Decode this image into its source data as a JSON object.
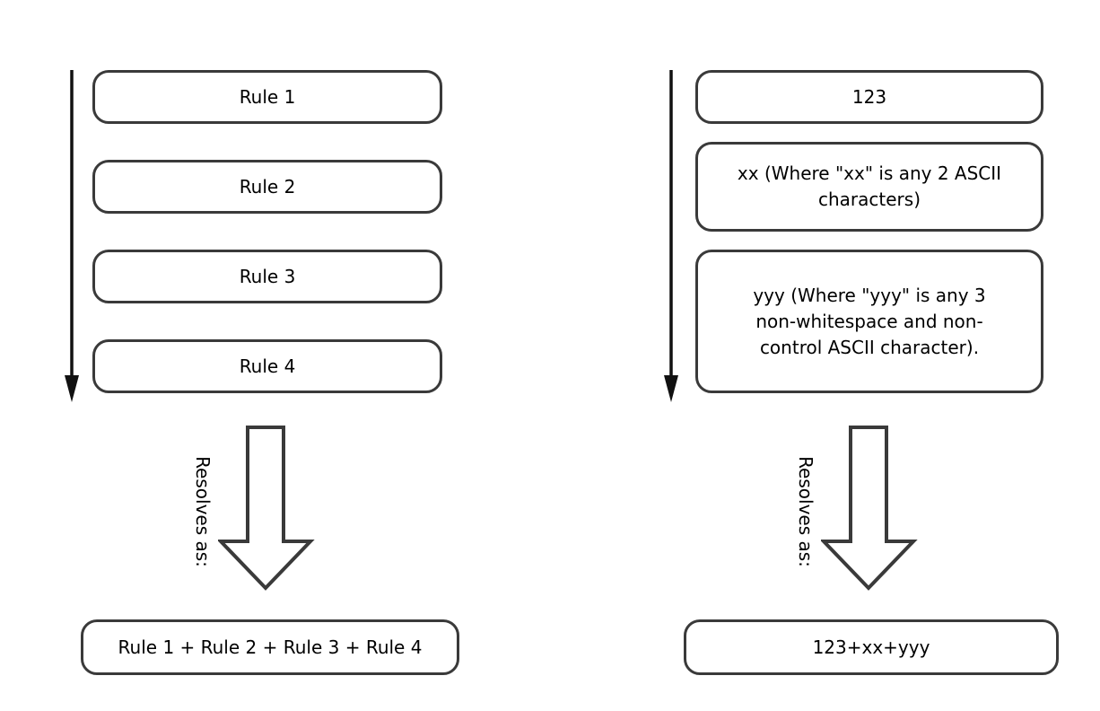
{
  "colors": {
    "background": "#ffffff",
    "box_border": "#3a3a3a",
    "thin_arrow": "#111111",
    "big_arrow_stroke": "#3a3a3a",
    "text": "#000000"
  },
  "left": {
    "boxes": [
      "Rule 1",
      "Rule 2",
      "Rule 3",
      "Rule 4"
    ],
    "resolves_label": "Resolves as:",
    "result": "Rule 1 + Rule 2 + Rule 3 + Rule 4"
  },
  "right": {
    "boxes": [
      "123",
      "xx (Where \"xx\" is any 2 ASCII characters)",
      "yyy (Where \"yyy\" is any 3 non-whitespace and non-control ASCII character)."
    ],
    "resolves_label": "Resolves as:",
    "result": "123+xx+yyy"
  }
}
